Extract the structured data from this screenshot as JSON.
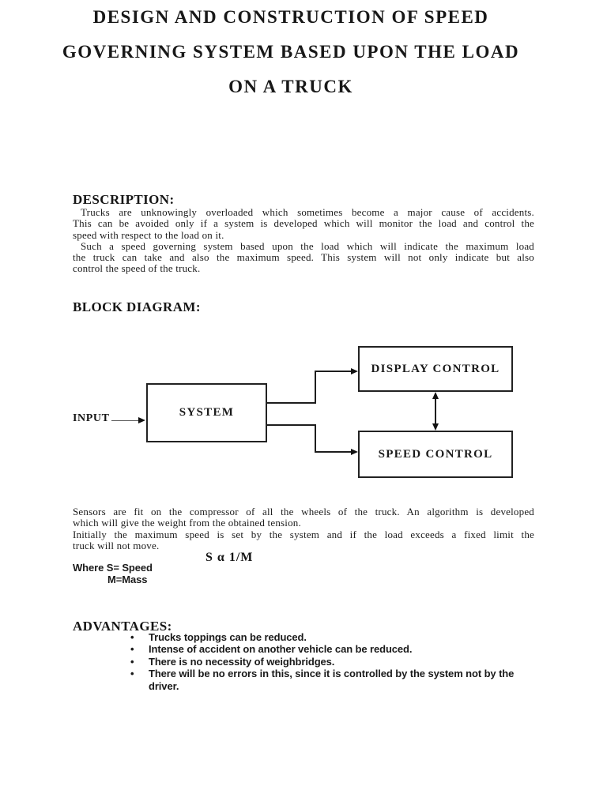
{
  "title": {
    "line1": "DESIGN AND CONSTRUCTION OF SPEED",
    "line2": "GOVERNING SYSTEM BASED UPON THE LOAD",
    "line3": "ON A TRUCK"
  },
  "description": {
    "heading": "DESCRIPTION:",
    "lines": [
      "Trucks are unknowingly overloaded which sometimes become a major cause of accidents.",
      "This can be avoided only if a system is developed which will monitor the load and control the",
      "speed with respect to the load on it.",
      "Such a speed governing system based upon the load which will indicate the maximum load",
      "the truck can take and also the maximum speed. This system will not only indicate but also",
      "control the speed of the truck."
    ]
  },
  "block_diagram": {
    "heading": "BLOCK DIAGRAM:",
    "input_label": "INPUT",
    "system_label": "SYSTEM",
    "display_label": "DISPLAY CONTROL",
    "speed_label": "SPEED CONTROL"
  },
  "body_text": {
    "lines": [
      "Sensors are fit on the compressor of all the wheels of the truck. An algorithm is developed",
      "which will give the weight from the obtained tension.",
      "Initially the maximum speed is set by the system and if the load exceeds a fixed limit the",
      "truck will not move."
    ],
    "formula": "S α 1/M",
    "where_line1": "Where S= Speed",
    "where_line2": "M=Mass"
  },
  "advantages": {
    "heading": "ADVANTAGES:",
    "items": [
      "Trucks toppings can be reduced.",
      "Intense of accident on another vehicle can be reduced.",
      "There is no necessity of weighbridges.",
      "There will be no errors in this, since it is controlled by the system not by the driver."
    ]
  },
  "colors": {
    "page_background": "#ffffff",
    "text": "#1c1c1c",
    "diagram_stroke": "#222222"
  }
}
